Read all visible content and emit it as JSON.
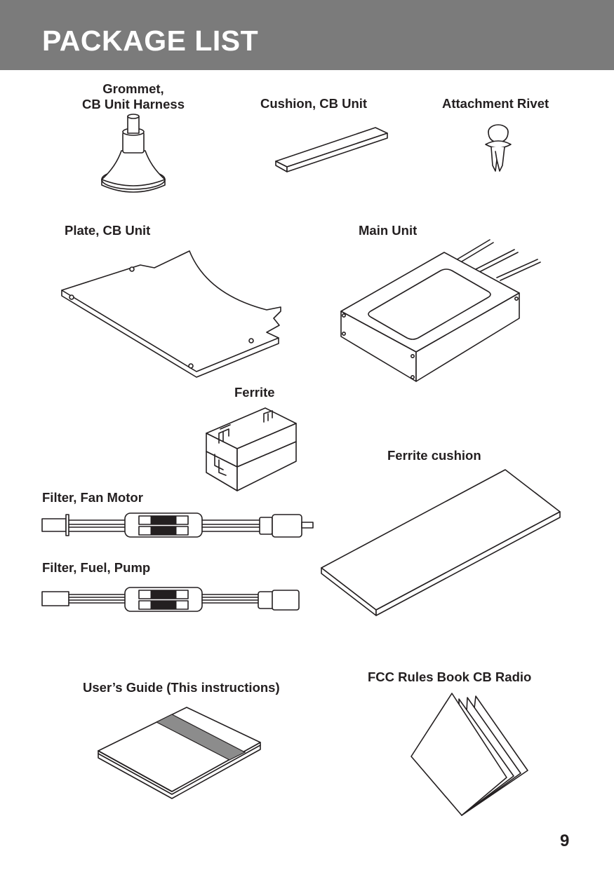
{
  "header": {
    "title": "PACKAGE LIST"
  },
  "items": {
    "grommet": {
      "line1": "Grommet,",
      "line2": "CB Unit Harness"
    },
    "cushion_cb": {
      "label": "Cushion, CB Unit"
    },
    "attachment_rivet": {
      "label": "Attachment Rivet"
    },
    "plate_cb": {
      "label": "Plate, CB Unit"
    },
    "main_unit": {
      "label": "Main Unit"
    },
    "ferrite": {
      "label": "Ferrite"
    },
    "ferrite_cushion": {
      "label": "Ferrite cushion"
    },
    "filter_fan": {
      "label": "Filter, Fan Motor"
    },
    "filter_fuel": {
      "label": "Filter, Fuel, Pump"
    },
    "users_guide": {
      "label": "User’s Guide (This instructions)"
    },
    "fcc_book": {
      "label": "FCC Rules Book CB Radio"
    }
  },
  "page_number": "9",
  "colors": {
    "header_bg": "#7b7b7b",
    "header_text": "#ffffff",
    "ink": "#231f20",
    "guide_band": "#8c8c8c"
  }
}
